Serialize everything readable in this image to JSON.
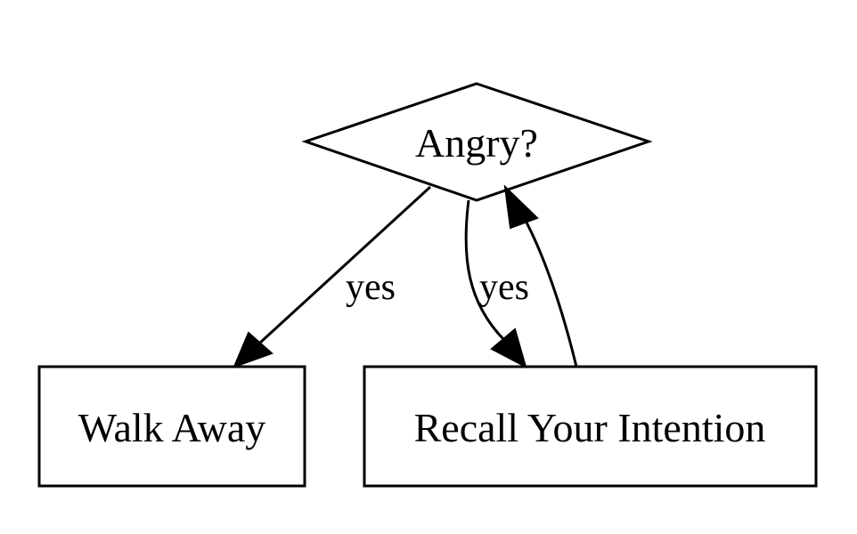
{
  "nodes": {
    "angry": {
      "label": "Angry?"
    },
    "walk_away": {
      "label": "Walk Away"
    },
    "recall_intention": {
      "label": "Recall Your Intention"
    }
  },
  "edges": [
    {
      "from": "Angry?",
      "to": "Walk Away",
      "label": "yes"
    },
    {
      "from": "Angry?",
      "to": "Recall Your Intention",
      "label": "yes"
    },
    {
      "from": "Recall Your Intention",
      "to": "Angry?",
      "label": ""
    }
  ]
}
